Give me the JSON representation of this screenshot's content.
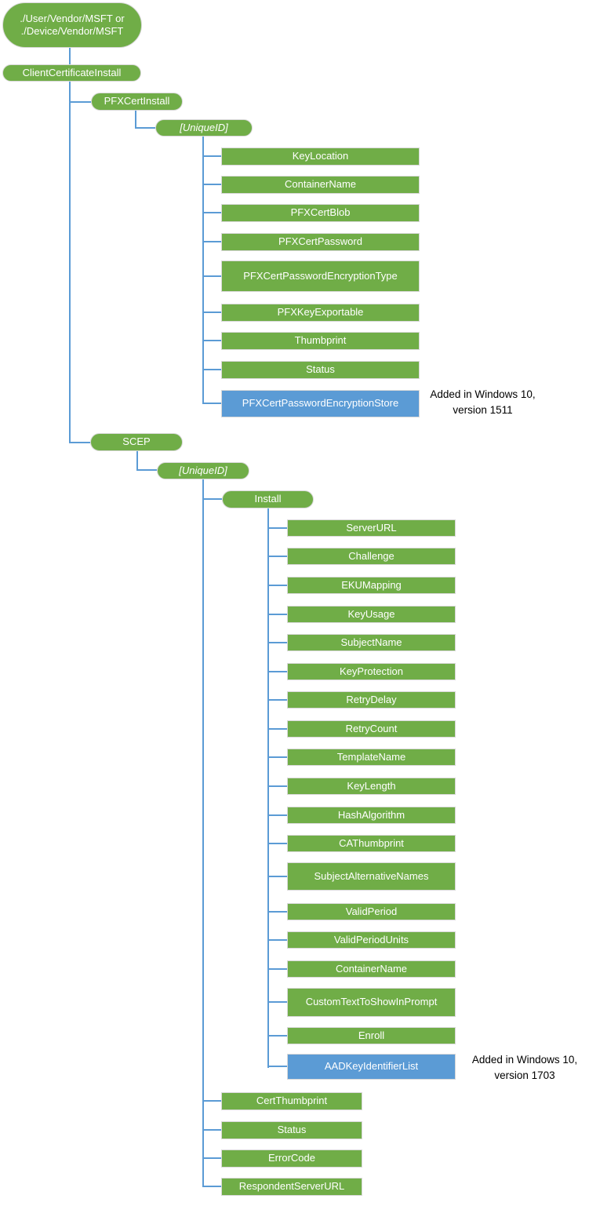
{
  "colors": {
    "node_green": "#70AD47",
    "node_blue": "#5B9BD5",
    "connector_blue": "#5B9BD5",
    "node_border": "#d8d8d8",
    "annotation_text": "#000000",
    "node_text": "#ffffff"
  },
  "root": {
    "line1": "./User/Vendor/MSFT or",
    "line2": "./Device/Vendor/MSFT"
  },
  "client_certificate_install": "ClientCertificateInstall",
  "pfx": {
    "label": "PFXCertInstall",
    "unique_id": "[UniqueID]",
    "children": [
      "KeyLocation",
      "ContainerName",
      "PFXCertBlob",
      "PFXCertPassword",
      "PFXCertPasswordEncryptionType",
      "PFXKeyExportable",
      "Thumbprint",
      "Status"
    ],
    "added_child": "PFXCertPasswordEncryptionStore",
    "annotation": {
      "line1": "Added in Windows 10,",
      "line2": "version 1511"
    }
  },
  "scep": {
    "label": "SCEP",
    "unique_id": "[UniqueID]",
    "install": {
      "label": "Install",
      "children": [
        "ServerURL",
        "Challenge",
        "EKUMapping",
        "KeyUsage",
        "SubjectName",
        "KeyProtection",
        "RetryDelay",
        "RetryCount",
        "TemplateName",
        "KeyLength",
        "HashAlgorithm",
        "CAThumbprint",
        "SubjectAlternativeNames",
        "ValidPeriod",
        "ValidPeriodUnits",
        "ContainerName",
        "CustomTextToShowInPrompt",
        "Enroll"
      ],
      "added_child": "AADKeyIdentifierList",
      "annotation": {
        "line1": "Added in Windows 10,",
        "line2": "version 1703"
      }
    },
    "children": [
      "CertThumbprint",
      "Status",
      "ErrorCode",
      "RespondentServerURL"
    ]
  }
}
